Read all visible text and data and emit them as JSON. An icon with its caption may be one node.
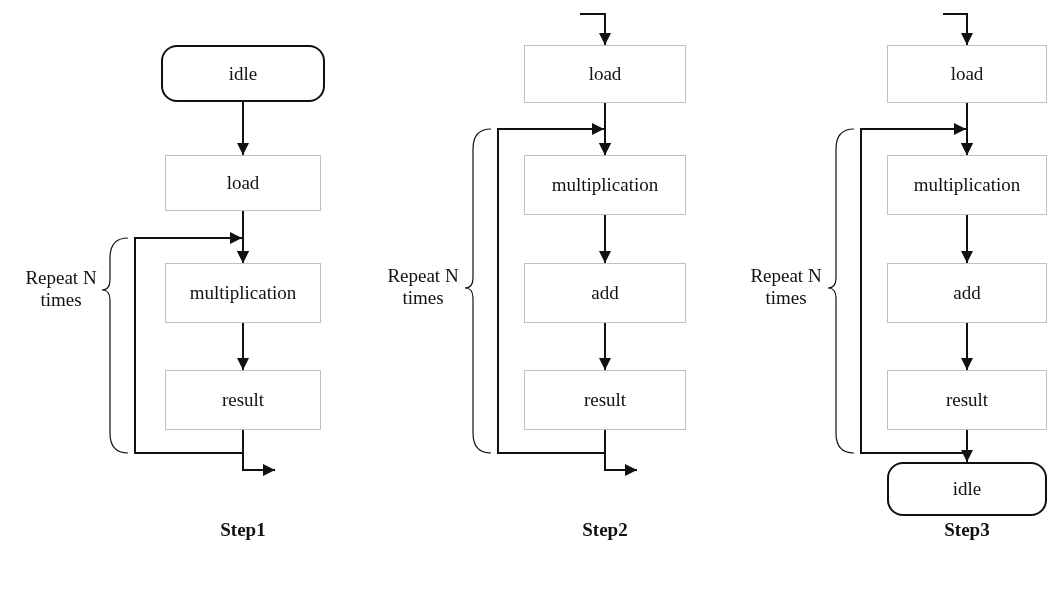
{
  "diagram": {
    "nodes": [
      {
        "text": [
          "idle"
        ]
      },
      {
        "text": [
          "load"
        ]
      },
      {
        "text": [
          "multiplication"
        ]
      },
      {
        "text": [
          "result"
        ]
      },
      {
        "text": [
          "load"
        ]
      },
      {
        "text": [
          "multiplication"
        ]
      },
      {
        "text": [
          "add"
        ]
      },
      {
        "text": [
          "result"
        ]
      },
      {
        "text": [
          "load"
        ]
      },
      {
        "text": [
          "multiplication"
        ]
      },
      {
        "text": [
          "add"
        ]
      },
      {
        "text": [
          "result"
        ]
      },
      {
        "text": [
          "idle"
        ]
      }
    ],
    "edges": [
      {
        "from": 0,
        "to": 1,
        "arrow": "to"
      },
      {
        "from": 1,
        "to": 2,
        "arrow": "to"
      },
      {
        "from": 2,
        "to": 3,
        "arrow": "to"
      },
      {
        "from": 3,
        "to": 2,
        "arrow": "to"
      },
      {
        "from": 3,
        "to": null,
        "arrow": "to"
      },
      {
        "from": null,
        "to": 4,
        "arrow": "to"
      },
      {
        "from": 4,
        "to": 5,
        "arrow": "to"
      },
      {
        "from": 5,
        "to": 6,
        "arrow": "to"
      },
      {
        "from": 6,
        "to": 7,
        "arrow": "to"
      },
      {
        "from": 7,
        "to": 5,
        "arrow": "to"
      },
      {
        "from": 7,
        "to": null,
        "arrow": "to"
      },
      {
        "from": null,
        "to": 8,
        "arrow": "to"
      },
      {
        "from": 8,
        "to": 9,
        "arrow": "to"
      },
      {
        "from": 9,
        "to": 10,
        "arrow": "to"
      },
      {
        "from": 10,
        "to": 11,
        "arrow": "to"
      },
      {
        "from": 11,
        "to": 9,
        "arrow": "to"
      },
      {
        "from": 11,
        "to": 12,
        "arrow": "to"
      }
    ],
    "labels": [
      "Repeat N times",
      "Repeat N times",
      "Repeat N times",
      "Step1",
      "Step2",
      "Step3"
    ]
  }
}
